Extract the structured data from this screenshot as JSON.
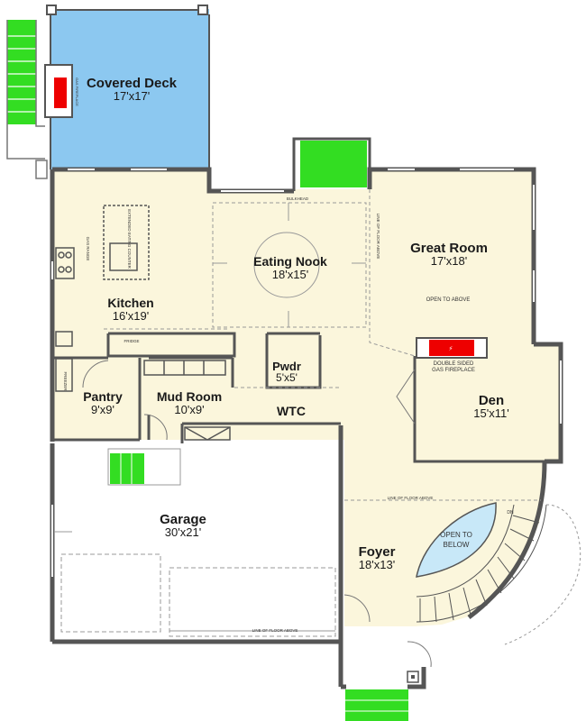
{
  "colors": {
    "wall": "#555555",
    "floor": "#fbf6dc",
    "deck": "#8cc8f0",
    "green": "#33dd22",
    "fire": "#ee0000",
    "open_below": "#c8e8f8",
    "line": "#999999"
  },
  "rooms": {
    "covered_deck": {
      "name": "Covered Deck",
      "dim": "17'x17'"
    },
    "great_room": {
      "name": "Great Room",
      "dim": "17'x18'"
    },
    "eating_nook": {
      "name": "Eating Nook",
      "dim": "18'x15'"
    },
    "kitchen": {
      "name": "Kitchen",
      "dim": "16'x19'"
    },
    "pwdr": {
      "name": "Pwdr",
      "dim": "5'x5'"
    },
    "pantry": {
      "name": "Pantry",
      "dim": "9'x9'"
    },
    "mud_room": {
      "name": "Mud Room",
      "dim": "10'x9'"
    },
    "wtc": {
      "name": "WTC"
    },
    "den": {
      "name": "Den",
      "dim": "15'x11'"
    },
    "garage": {
      "name": "Garage",
      "dim": "30'x21'"
    },
    "foyer": {
      "name": "Foyer",
      "dim": "18'x13'"
    }
  },
  "notes": {
    "open_to_above": "OPEN TO ABOVE",
    "fireplace_1": "DOUBLE SIDED",
    "fireplace_2": "GAS FIREPLACE",
    "open_to_below_1": "OPEN TO",
    "open_to_below_2": "BELOW",
    "line_floor_above": "LINE OF FLOOR ABOVE",
    "bulkhead": "BULKHEAD",
    "fridge": "FRIDGE",
    "freezer": "FREEZER",
    "gas_range": "GAS RANGE",
    "extended_eating_counter": "EXTENDED EATING COUNTER",
    "gas_fireplace": "GAS FIREPLACE",
    "line_of_floor_above_v": "LINE OF FLOOR ABOVE",
    "dn": "DN"
  }
}
